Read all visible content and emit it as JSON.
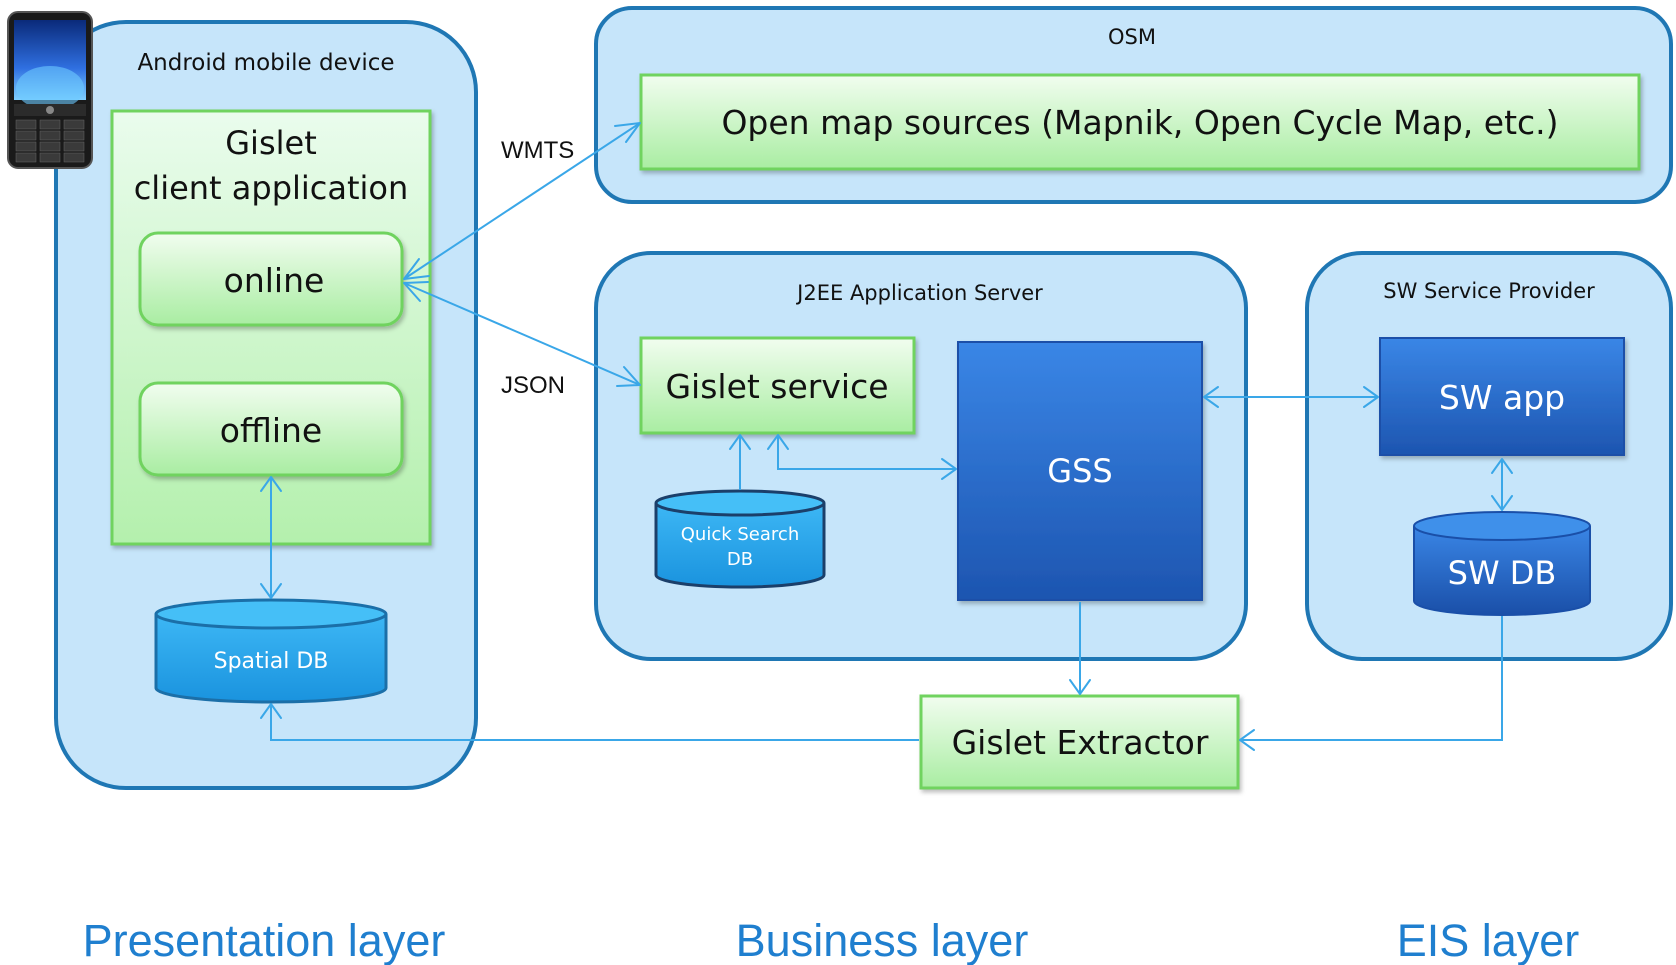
{
  "containers": {
    "android": "Android mobile device",
    "osm": "OSM",
    "j2ee": "J2EE Application Server",
    "sw_provider": "SW Service Provider"
  },
  "components": {
    "gislet_client_line1": "Gislet",
    "gislet_client_line2": "client application",
    "online": "online",
    "offline": "offline",
    "spatial_db": "Spatial DB",
    "open_map_sources": "Open map sources (Mapnik, Open Cycle Map, etc.)",
    "gislet_service": "Gislet service",
    "quick_search_db_line1": "Quick Search",
    "quick_search_db_line2": "DB",
    "gss": "GSS",
    "sw_app": "SW app",
    "sw_db": "SW DB",
    "gislet_extractor": "Gislet Extractor"
  },
  "protocols": {
    "wmts": "WMTS",
    "json": "JSON"
  },
  "layers": {
    "presentation": "Presentation layer",
    "business": "Business layer",
    "eis": "EIS layer"
  },
  "colors": {
    "container_fill": "#c6e5fa",
    "container_stroke": "#1f77b4",
    "green_fill": "#c8f5c4",
    "green_stroke": "#6fd35f",
    "blue_box": "#2a6fd0",
    "db_blue": "#29aaf0",
    "connector": "#3aa7e8",
    "layer_text": "#1f7fcf"
  }
}
